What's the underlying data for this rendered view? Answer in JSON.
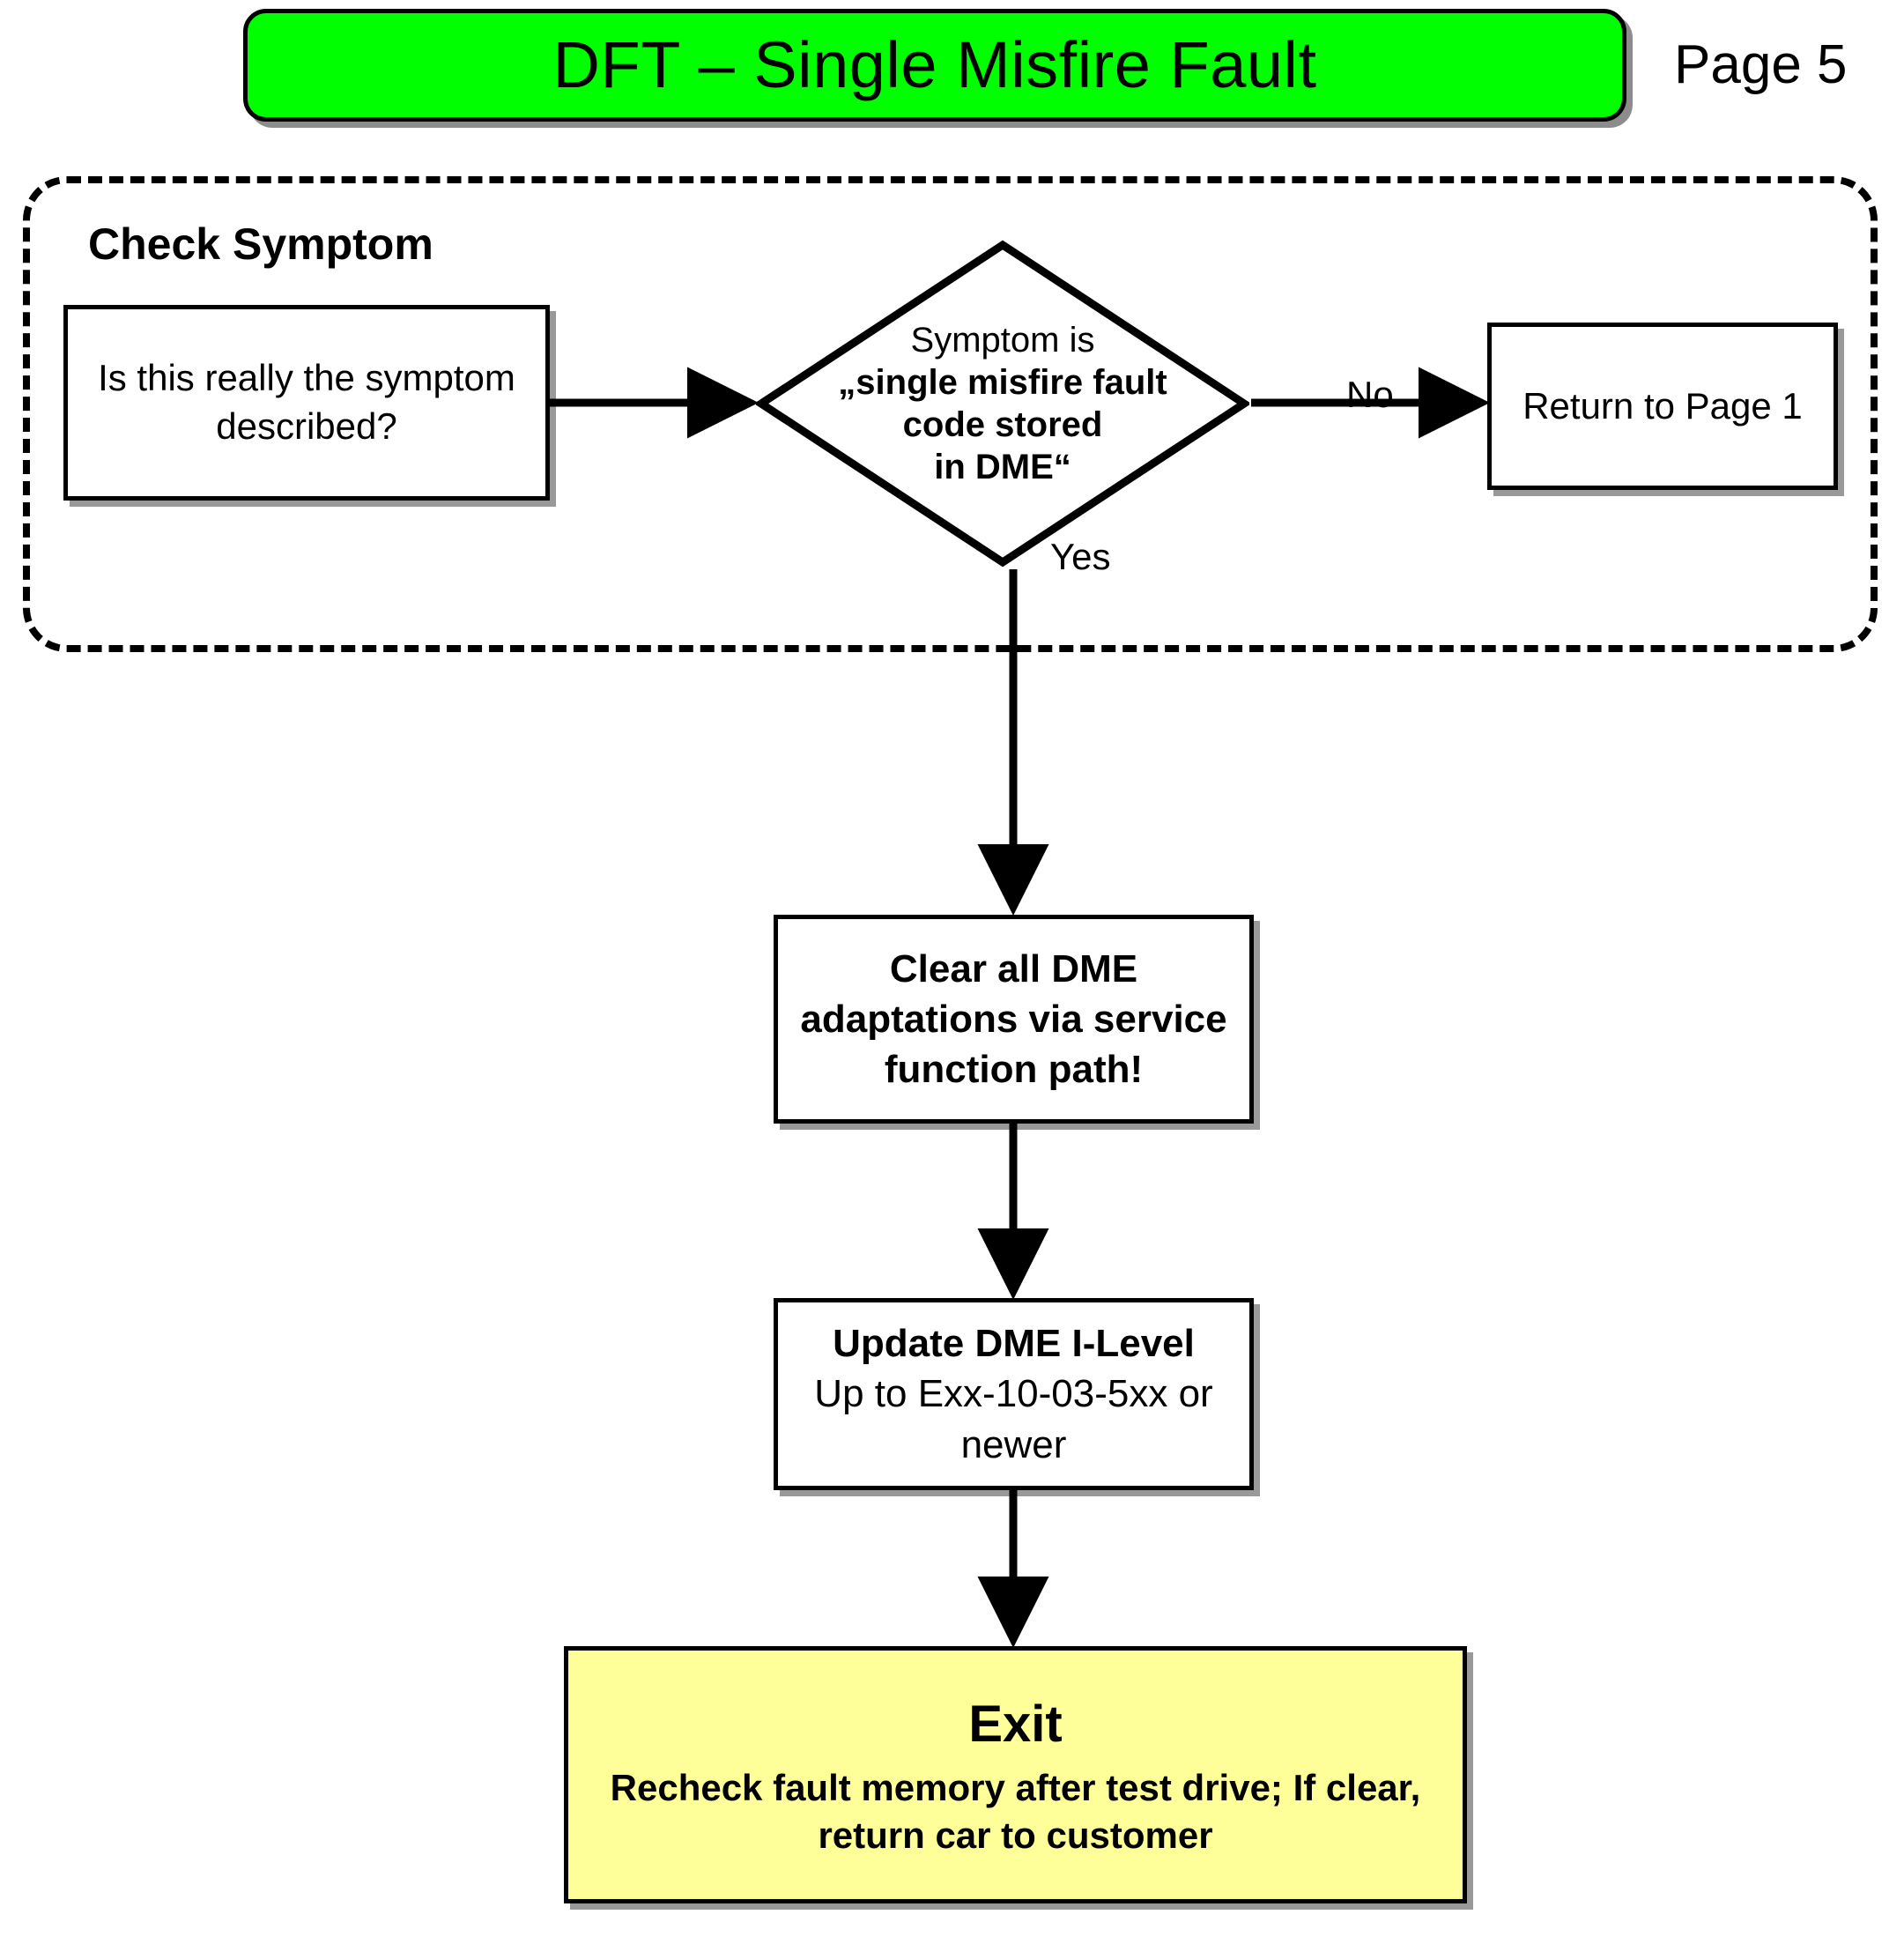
{
  "header": {
    "title": "DFT – Single Misfire Fault",
    "page_label": "Page 5",
    "banner_color": "#00FF00"
  },
  "group": {
    "label": "Check Symptom"
  },
  "nodes": {
    "symptom_check": {
      "text": "Is this really the symptom described?"
    },
    "decision": {
      "line1": "Symptom is",
      "line2": "„single misfire fault",
      "line3": "code stored",
      "line4": "in DME“"
    },
    "return_page": {
      "text": "Return to Page 1"
    },
    "clear_adaptations": {
      "text": "Clear all DME adaptations via service function path!"
    },
    "update_ilevel": {
      "line1": "Update DME I-Level",
      "line2": "Up to Exx-10-03-5xx or newer"
    },
    "exit": {
      "title": "Exit",
      "subtitle": "Recheck fault memory after test drive; If clear, return car to customer",
      "fill_color": "#FFFF99"
    }
  },
  "edges": {
    "no_label": "No",
    "yes_label": "Yes"
  }
}
